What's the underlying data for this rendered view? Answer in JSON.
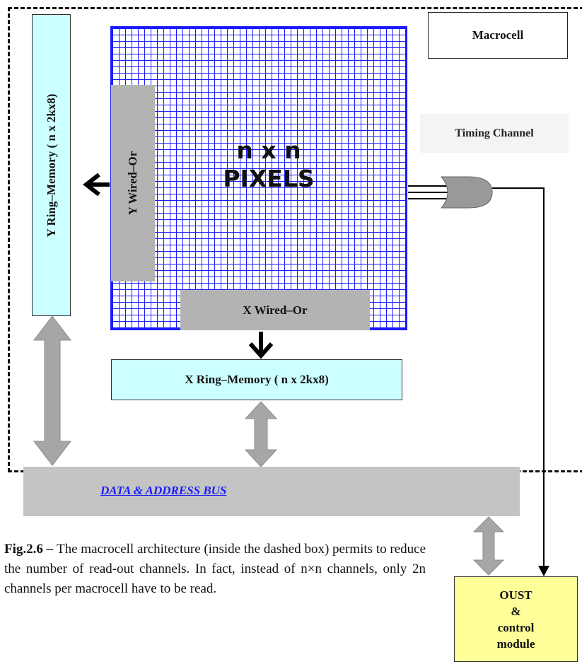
{
  "labels": {
    "macrocell": "Macrocell",
    "timing_channel": "Timing Channel",
    "y_ring_memory": "Y Ring–Memory ( n x 2kx8)",
    "y_wired_or": "Y Wired–Or",
    "pixels_line1": "n x n",
    "pixels_line2": "PIXELS",
    "x_wired_or": "X Wired–Or",
    "x_ring_memory": "X Ring–Memory ( n x 2kx8)",
    "bus": "DATA & ADDRESS BUS",
    "oust_line1": "OUST",
    "oust_line2": "&",
    "oust_line3": "control",
    "oust_line4": "module"
  },
  "caption": {
    "figure": "Fig.2.6",
    "dash": " – ",
    "text": "The macrocell architecture (inside the dashed box) permits to reduce the number of read-out channels. In fact, instead of n×n channels, only 2n channels per macrocell have to be read."
  },
  "colors": {
    "memory_fill": "#ccffff",
    "wired_or_fill": "#b3b3b3",
    "pixel_grid": "#1a1aff",
    "bus_fill": "#c4c4c4",
    "oust_fill": "#ffff99",
    "arrow_gray": "#a6a6a6"
  }
}
